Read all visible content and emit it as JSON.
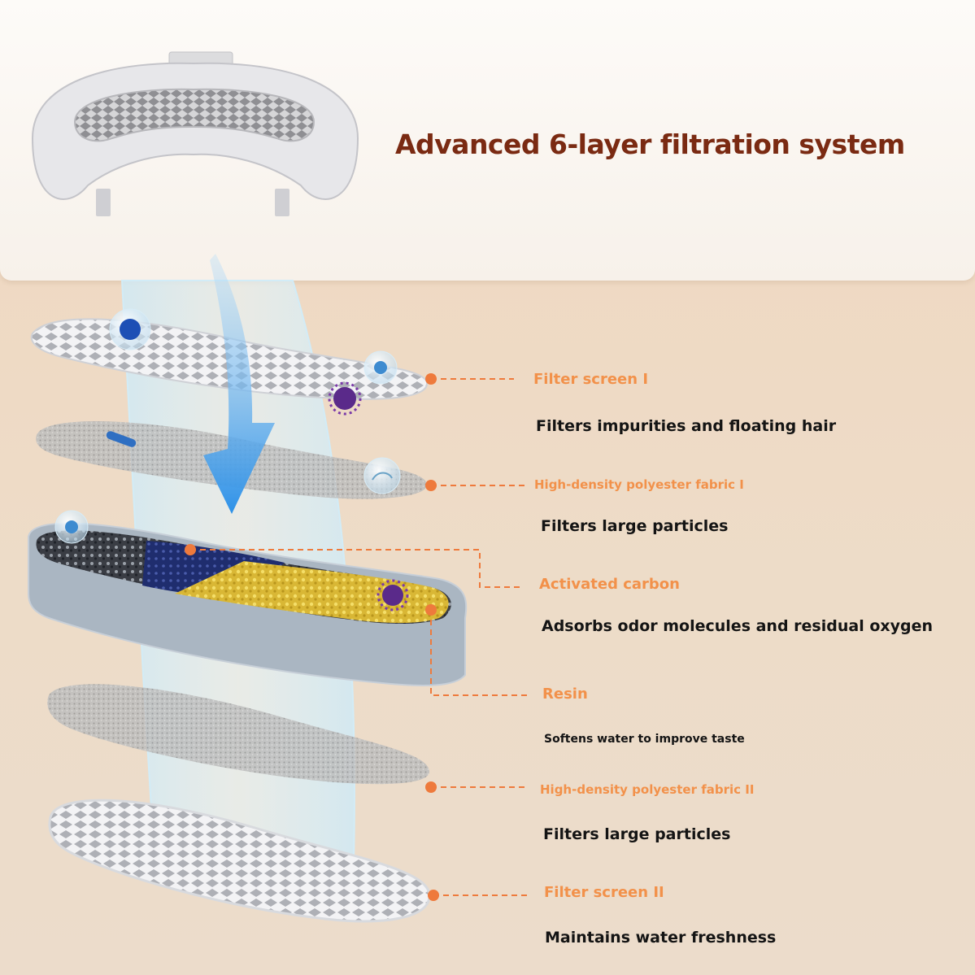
{
  "title": "Advanced 6-layer filtration system",
  "colors": {
    "title": "#7a2a12",
    "label": "#f2914a",
    "connector": "#ee7a3c",
    "description": "#141414",
    "background_top": "#f9f5f0",
    "background_bottom": "#eddcc8",
    "flow_arrow": "#4aa6ee"
  },
  "layers": [
    {
      "label": "Filter screen I",
      "description": "Filters impurities and floating hair"
    },
    {
      "label": "High-density polyester fabric I",
      "description": "Filters large particles"
    },
    {
      "label": "Activated carbon",
      "description": "Adsorbs odor molecules and residual oxygen"
    },
    {
      "label": "Resin",
      "description": "Softens water to improve taste"
    },
    {
      "label": "High-density polyester fabric II",
      "description": "Filters large particles"
    },
    {
      "label": "Filter screen II",
      "description": "Maintains water freshness"
    }
  ]
}
